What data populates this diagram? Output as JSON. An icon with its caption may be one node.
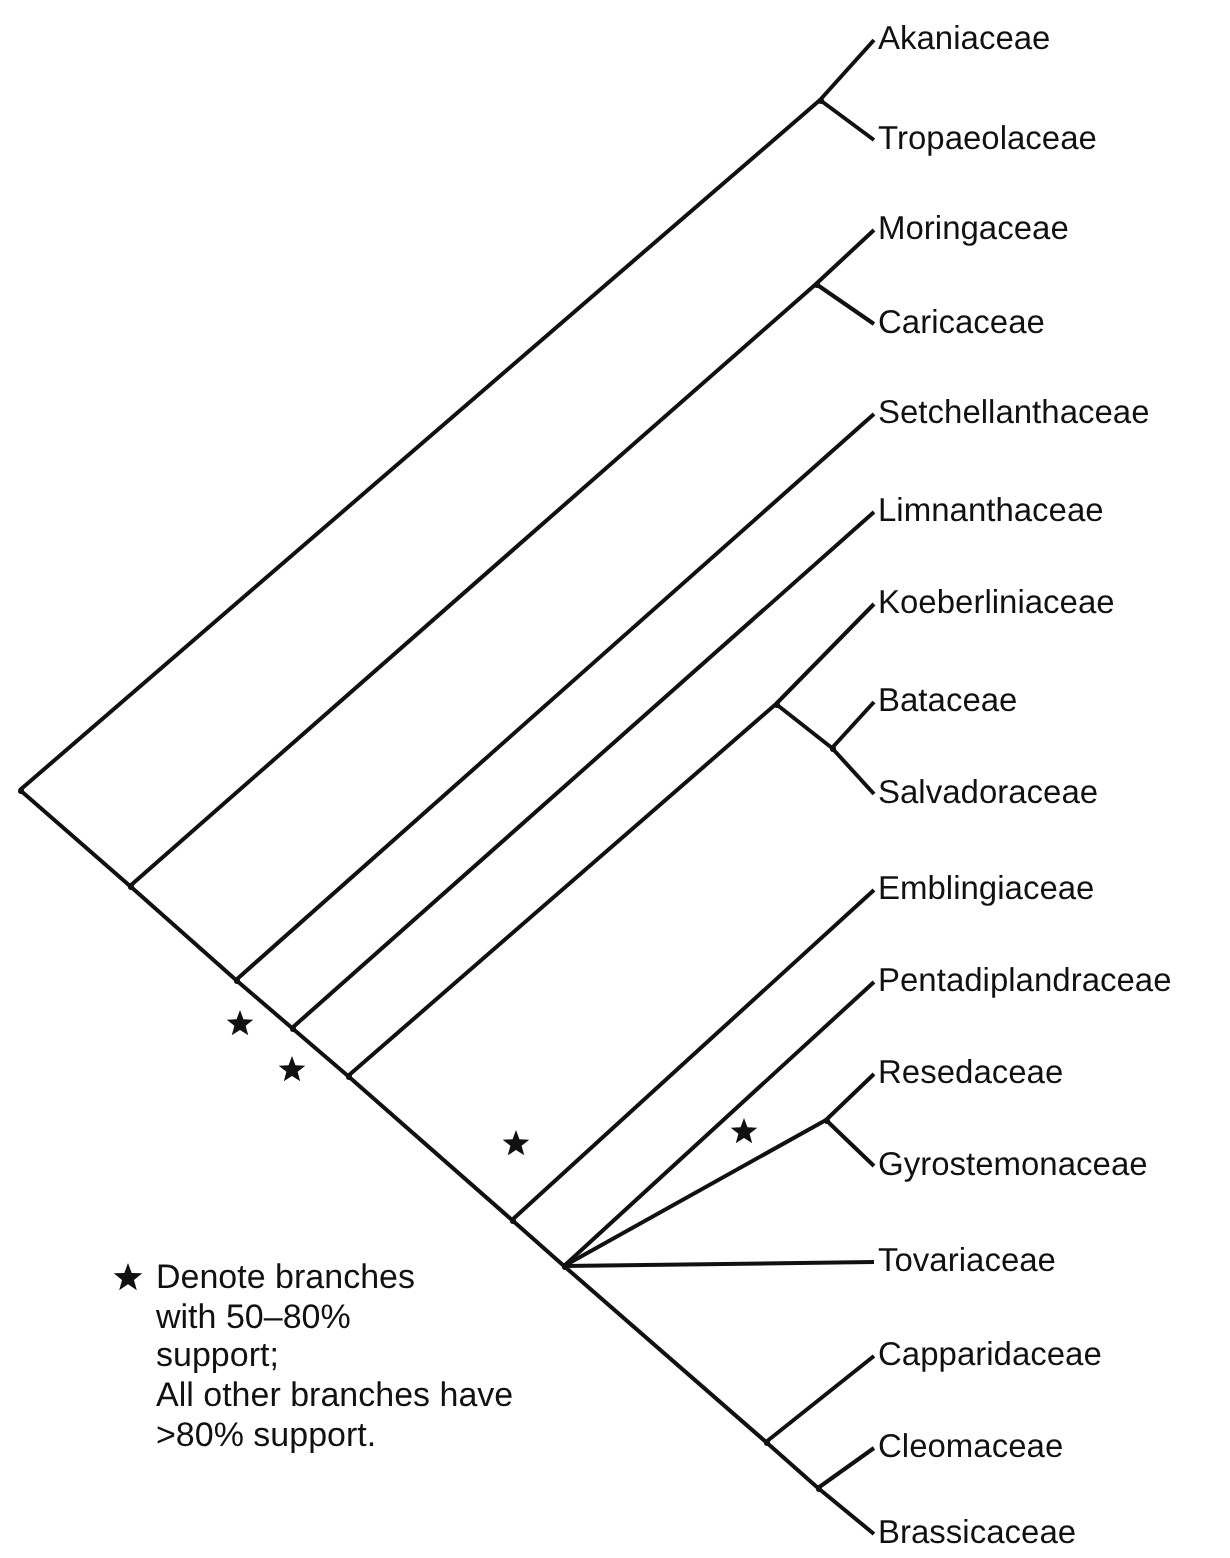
{
  "diagram": {
    "nodes": [
      {
        "text": [
          "Akaniaceae"
        ]
      },
      {
        "text": [
          "Tropaeolaceae"
        ]
      },
      {
        "text": [
          "Moringaceae"
        ]
      },
      {
        "text": [
          "Caricaceae"
        ]
      },
      {
        "text": [
          "Setchellanthaceae"
        ]
      },
      {
        "text": [
          "Limnanthaceae"
        ]
      },
      {
        "text": [
          "Koeberliniaceae"
        ]
      },
      {
        "text": [
          "Bataceae"
        ]
      },
      {
        "text": [
          "Salvadoraceae"
        ]
      },
      {
        "text": [
          "Emblingiaceae"
        ]
      },
      {
        "text": [
          "Pentadiplandraceae"
        ]
      },
      {
        "text": [
          "Resedaceae"
        ]
      },
      {
        "text": [
          "Gyrostemonaceae"
        ]
      },
      {
        "text": [
          "Tovariaceae"
        ]
      },
      {
        "text": [
          "Capparidaceae"
        ]
      },
      {
        "text": [
          "Cleomaceae"
        ]
      },
      {
        "text": [
          "Brassicaceae"
        ]
      },
      {
        "text": [],
        "shape": "point"
      },
      {
        "text": [],
        "shape": "point"
      },
      {
        "text": [],
        "shape": "point"
      },
      {
        "text": [],
        "shape": "point"
      },
      {
        "text": [],
        "shape": "point"
      },
      {
        "text": [],
        "shape": "point"
      },
      {
        "text": [],
        "shape": "point"
      },
      {
        "text": [],
        "shape": "point"
      },
      {
        "text": [],
        "shape": "point"
      },
      {
        "text": [],
        "shape": "point"
      },
      {
        "text": [],
        "shape": "point"
      },
      {
        "text": [],
        "shape": "point"
      },
      {
        "text": [],
        "shape": "point"
      },
      {
        "text": [],
        "shape": "point"
      }
    ],
    "edges": [
      {
        "from": 17,
        "to": 18,
        "arrow": "none"
      },
      {
        "from": 18,
        "to": 0,
        "arrow": "none"
      },
      {
        "from": 18,
        "to": 1,
        "arrow": "none"
      },
      {
        "from": 17,
        "to": 19,
        "arrow": "none"
      },
      {
        "from": 19,
        "to": 20,
        "arrow": "none"
      },
      {
        "from": 20,
        "to": 2,
        "arrow": "none"
      },
      {
        "from": 20,
        "to": 3,
        "arrow": "none"
      },
      {
        "from": 19,
        "to": 21,
        "arrow": "none"
      },
      {
        "from": 21,
        "to": 4,
        "arrow": "none"
      },
      {
        "from": 21,
        "to": 22,
        "arrow": "none"
      },
      {
        "from": 22,
        "to": 5,
        "arrow": "none"
      },
      {
        "from": 22,
        "to": 23,
        "arrow": "none"
      },
      {
        "from": 23,
        "to": 24,
        "arrow": "none"
      },
      {
        "from": 24,
        "to": 6,
        "arrow": "none"
      },
      {
        "from": 24,
        "to": 25,
        "arrow": "none"
      },
      {
        "from": 25,
        "to": 7,
        "arrow": "none"
      },
      {
        "from": 25,
        "to": 8,
        "arrow": "none"
      },
      {
        "from": 23,
        "to": 26,
        "arrow": "none"
      },
      {
        "from": 26,
        "to": 9,
        "arrow": "none"
      },
      {
        "from": 26,
        "to": 27,
        "arrow": "none"
      },
      {
        "from": 27,
        "to": 10,
        "arrow": "none"
      },
      {
        "from": 27,
        "to": 28,
        "arrow": "none"
      },
      {
        "from": 28,
        "to": 11,
        "arrow": "none"
      },
      {
        "from": 28,
        "to": 12,
        "arrow": "none"
      },
      {
        "from": 27,
        "to": 13,
        "arrow": "none"
      },
      {
        "from": 27,
        "to": 29,
        "arrow": "none"
      },
      {
        "from": 29,
        "to": 14,
        "arrow": "none"
      },
      {
        "from": 29,
        "to": 30,
        "arrow": "none"
      },
      {
        "from": 30,
        "to": 15,
        "arrow": "none"
      },
      {
        "from": 30,
        "to": 16,
        "arrow": "none"
      }
    ],
    "labels": [
      "All other branches have >80% support."
    ],
    "legend": [
      {
        "text": "Denote branches with 50–80% support;"
      }
    ]
  }
}
